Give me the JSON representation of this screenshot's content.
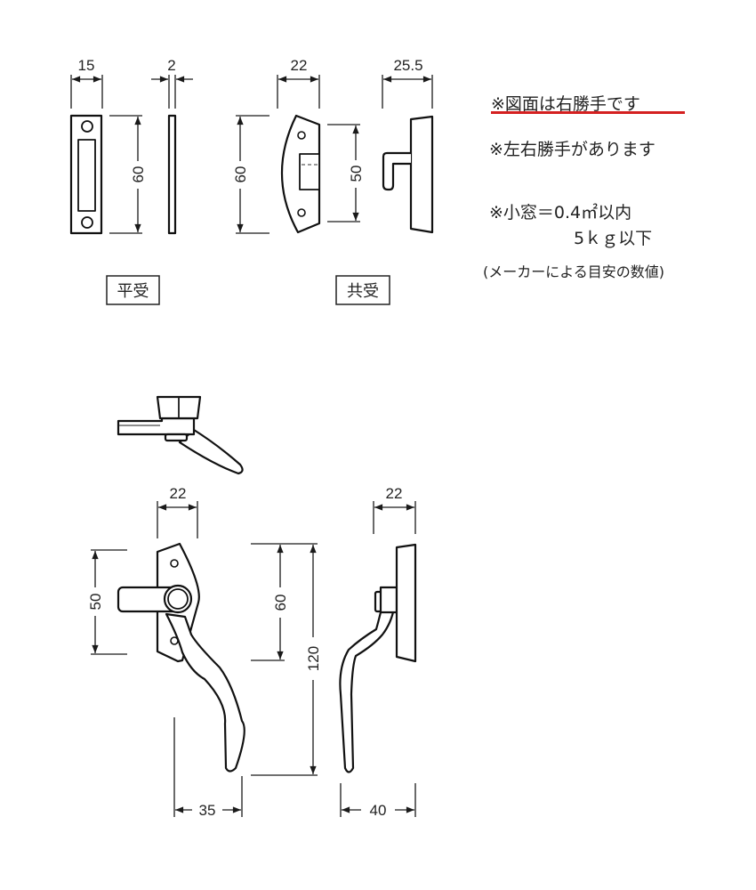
{
  "receivers": {
    "flat": {
      "label": "平受",
      "dims": {
        "width": "15",
        "thickness": "2",
        "height": "60"
      }
    },
    "common": {
      "label": "共受",
      "dims": {
        "width": "22",
        "depth": "25.5",
        "height": "60",
        "hole_pitch": "50"
      }
    }
  },
  "handle": {
    "dims": {
      "plate_width": "22",
      "hole_pitch": "50",
      "upper_height": "60",
      "total_height": "120",
      "front_reach": "35",
      "side_width": "22",
      "side_projection": "40"
    }
  },
  "notes": {
    "hand_note": "※図面は右勝手です",
    "both_hands": "※左右勝手があります",
    "window_limit": "※小窓＝0.4㎡以内",
    "weight_limit": "5ｋｇ以下",
    "disclaimer": "(メーカーによる目安の数値)"
  },
  "colors": {
    "underline": "#d42020",
    "line": "#111111"
  }
}
